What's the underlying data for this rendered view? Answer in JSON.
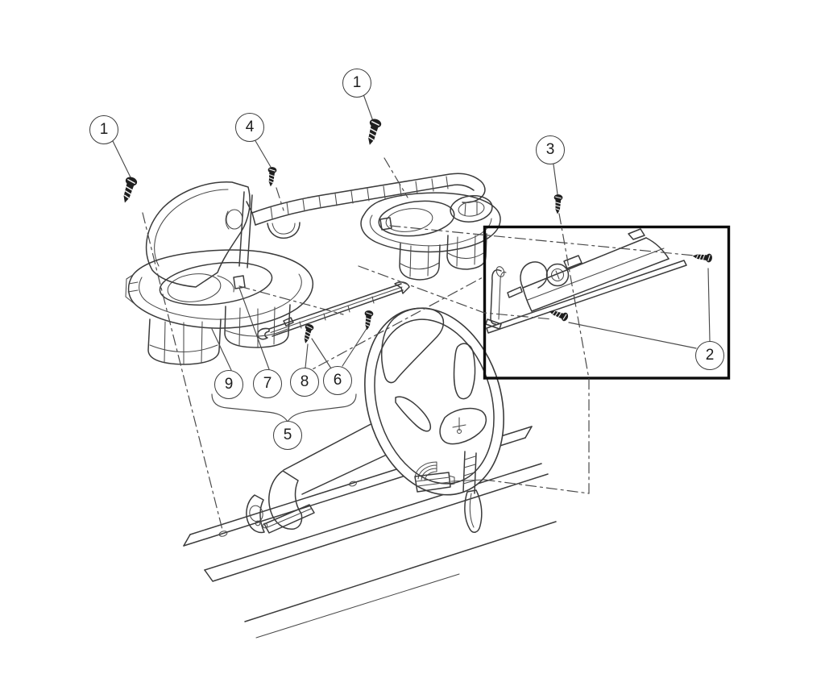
{
  "figure": {
    "type": "exploded-parts-diagram",
    "background_color": "#ffffff",
    "line_color": "#3b3b3b",
    "inset_border_color": "#0c0c0c",
    "callouts": [
      {
        "id": "1-left",
        "label": "1"
      },
      {
        "id": "4",
        "label": "4"
      },
      {
        "id": "1-right",
        "label": "1"
      },
      {
        "id": "3",
        "label": "3"
      },
      {
        "id": "2",
        "label": "2"
      },
      {
        "id": "9",
        "label": "9"
      },
      {
        "id": "7",
        "label": "7"
      },
      {
        "id": "8",
        "label": "8"
      },
      {
        "id": "6",
        "label": "6"
      },
      {
        "id": "5",
        "label": "5"
      }
    ]
  }
}
